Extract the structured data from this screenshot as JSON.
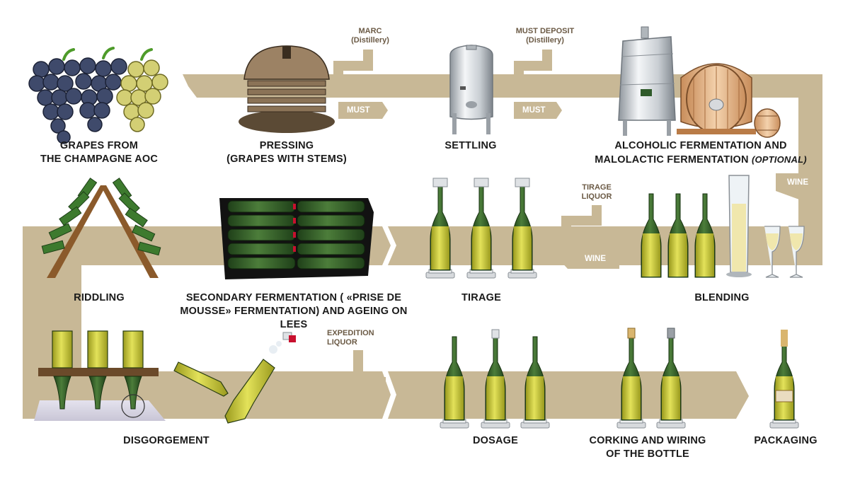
{
  "colors": {
    "flow": "#c8b896",
    "bottle_dark": "#2f5a2a",
    "wine": "#c9c73a",
    "cap": "#c8102e",
    "text": "#1a1a1a",
    "side_text": "#6b5a45"
  },
  "steps": {
    "grapes": {
      "line1": "GRAPES FROM",
      "line2": "THE CHAMPAGNE AOC"
    },
    "pressing": {
      "line1": "PRESSING",
      "line2": "(GRAPES WITH STEMS)"
    },
    "settling": {
      "line1": "SETTLING"
    },
    "fermentation": {
      "line1": "ALCOHOLIC FERMENTATION AND",
      "line2": "MALOLACTIC FERMENTATION",
      "optional": "(OPTIONAL)"
    },
    "riddling": {
      "line1": "RIDDLING"
    },
    "secondary": {
      "line1": "SECONDARY FERMENTATION ( «PRISE DE",
      "line2": "MOUSSE» FERMENTATION) AND AGEING ON LEES"
    },
    "tirage": {
      "line1": "TIRAGE"
    },
    "blending": {
      "line1": "BLENDING"
    },
    "disgorgement": {
      "line1": "DISGORGEMENT"
    },
    "dosage": {
      "line1": "DOSAGE"
    },
    "corking": {
      "line1": "CORKING AND WIRING",
      "line2": "OF THE BOTTLE"
    },
    "packaging": {
      "line1": "PACKAGING"
    }
  },
  "side_flows": {
    "marc": {
      "line1": "MARC",
      "line2": "(Distillery)"
    },
    "must_deposit": {
      "line1": "MUST DEPOSIT",
      "line2": "(Distillery)"
    },
    "tirage_liquor": {
      "line1": "TIRAGE",
      "line2": "LIQUOR"
    },
    "expedition_liquor": {
      "line1": "EXPEDITION",
      "line2": "LIQUOR"
    }
  },
  "arrows": {
    "must1": "MUST",
    "must2": "MUST",
    "wine_down": "WINE",
    "wine_in": "WINE"
  },
  "icons": [
    "grapes-icon",
    "press-icon",
    "settling-tank-icon",
    "steel-tank-icon",
    "oak-barrel-icon",
    "small-barrel-icon",
    "riddling-rack-icon",
    "stacked-bottles-icon",
    "tirage-bottles-icon",
    "blending-bottles-icon",
    "graduated-cylinder-icon",
    "wine-glass-icon",
    "disgorgement-rack-icon",
    "disgorged-bottle-icon",
    "dosage-bottles-icon",
    "corked-bottles-icon",
    "packaged-bottle-icon"
  ]
}
